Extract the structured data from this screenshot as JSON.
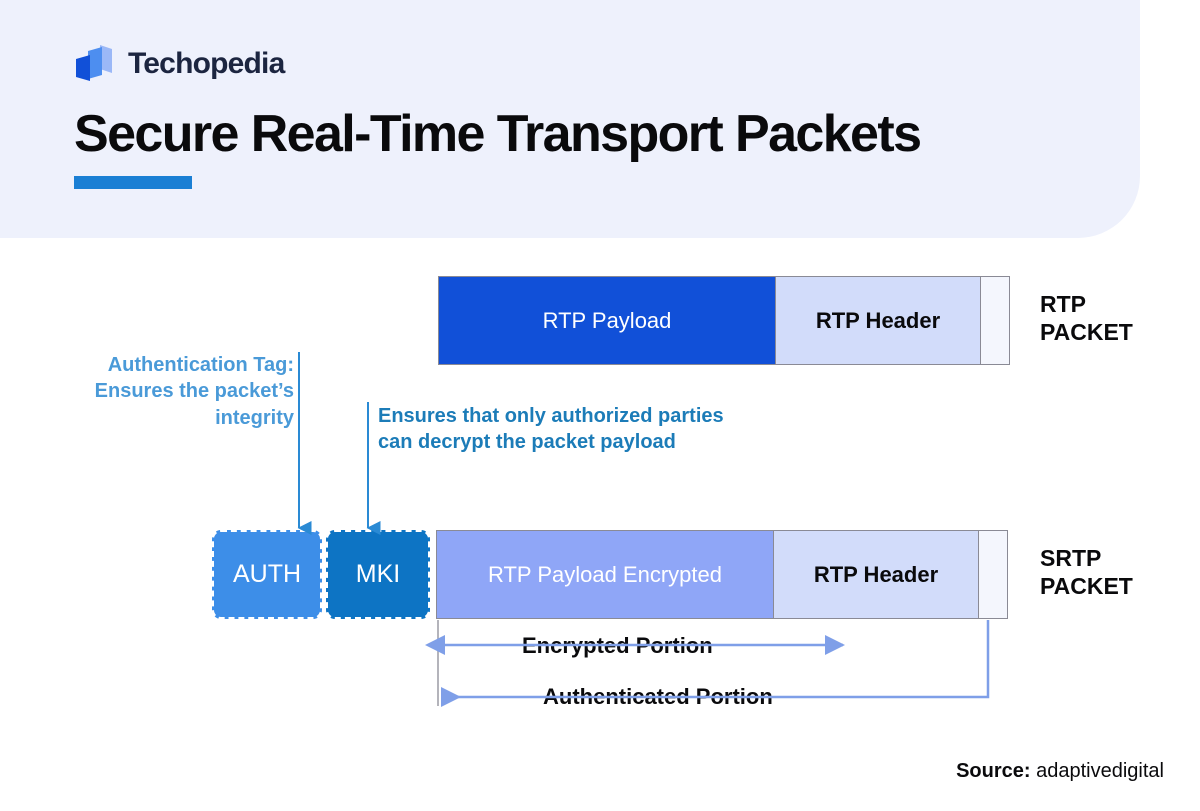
{
  "brand": {
    "name": "Techopedia",
    "logo_icon": "techopedia-logo-mark",
    "logo_colors": [
      "#1150d8",
      "#4d8ef0",
      "#9bb8f7"
    ]
  },
  "header": {
    "title": "Secure Real-Time Transport Packets",
    "accent_color": "#1a7fd4",
    "background_color": "#eef1fc"
  },
  "diagram": {
    "rtp_packet": {
      "label": "RTP\nPACKET",
      "segments": [
        {
          "name": "rtp-payload",
          "label": "RTP Payload",
          "fill": "#1150d8",
          "text_color": "#ffffff"
        },
        {
          "name": "rtp-header",
          "label": "RTP Header",
          "fill": "#d2dcfa",
          "text_color": "#0a0a0c"
        },
        {
          "name": "rtp-tail",
          "label": "",
          "fill": "#f4f6fd",
          "text_color": "#0a0a0c"
        }
      ]
    },
    "srtp_packet": {
      "label": "SRTP\nPACKET",
      "segments": [
        {
          "name": "srtp-auth",
          "label": "AUTH",
          "fill": "#3d8ee8",
          "text_color": "#ffffff",
          "dashed": true
        },
        {
          "name": "srtp-mki",
          "label": "MKI",
          "fill": "#0d74c4",
          "text_color": "#ffffff",
          "dashed": true
        },
        {
          "name": "srtp-payload-encrypted",
          "label": "RTP Payload Encrypted",
          "fill": "#8fa6f7",
          "text_color": "#ffffff"
        },
        {
          "name": "srtp-header",
          "label": "RTP Header",
          "fill": "#d2dcfa",
          "text_color": "#0a0a0c"
        },
        {
          "name": "srtp-tail",
          "label": "",
          "fill": "#f4f6fd",
          "text_color": "#0a0a0c"
        }
      ]
    },
    "annotations": [
      {
        "name": "auth-annotation",
        "text": "Authentication Tag: Ensures the packet’s integrity",
        "color": "#4a9ad8",
        "points_to": "srtp-auth"
      },
      {
        "name": "mki-annotation",
        "text": "Ensures that only authorized parties can decrypt the packet payload",
        "color": "#1c7cb8",
        "points_to": "srtp-mki"
      }
    ],
    "brackets": [
      {
        "name": "encrypted-portion-bracket",
        "label": "Encrypted Portion",
        "arrow": "double",
        "color": "#7f9fe8"
      },
      {
        "name": "authenticated-portion-bracket",
        "label": "Authenticated Portion",
        "arrow": "left",
        "color": "#7f9fe8"
      }
    ]
  },
  "footer": {
    "source_label": "Source:",
    "source_value": "adaptivedigital"
  }
}
